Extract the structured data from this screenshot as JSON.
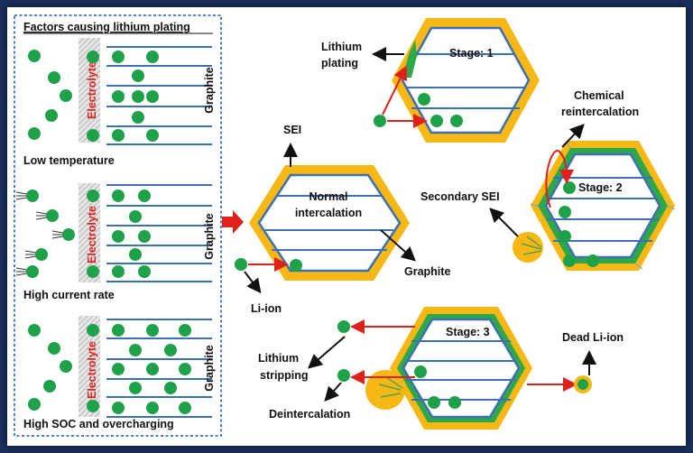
{
  "left_panel": {
    "title": "Factors causing lithium plating",
    "rows": [
      {
        "electrolyte": "Electrolyte",
        "graphite": "Graphite",
        "caption": "Low temperature"
      },
      {
        "electrolyte": "Electrolyte",
        "graphite": "Graphite",
        "caption": "High current rate"
      },
      {
        "electrolyte": "Electrolyte",
        "graphite": "Graphite",
        "caption": "High SOC and  overcharging"
      }
    ]
  },
  "center": {
    "hex_label_line1": "Normal",
    "hex_label_line2": "intercalation",
    "sei": "SEI",
    "graphite": "Graphite",
    "li_ion": "Li-ion"
  },
  "stage1": {
    "title": "Stage: 1",
    "plating_line1": "Lithium",
    "plating_line2": "plating"
  },
  "stage2": {
    "title": "Stage: 2",
    "chem_line1": "Chemical",
    "chem_line2": "reintercalation",
    "secondary_sei": "Secondary SEI"
  },
  "stage3": {
    "title": "Stage: 3",
    "stripping_line1": "Lithium",
    "stripping_line2": "stripping",
    "deintercalation": "Deintercalation",
    "dead_li": "Dead Li-ion"
  },
  "colors": {
    "sei_yellow": "#f7b816",
    "hex_blue": "#3d6fb3",
    "ion_green": "#1fa14a",
    "arrow_red": "#e0201b",
    "electrolyte_red": "#e0201b",
    "deposit_green": "#2fa84a",
    "border": "#1b2f5c"
  }
}
